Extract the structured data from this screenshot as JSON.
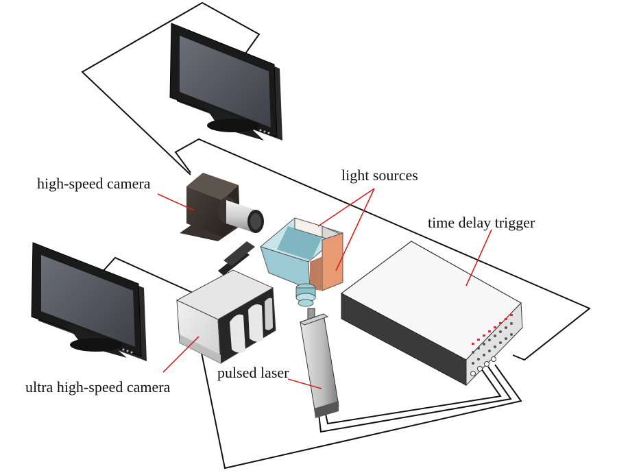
{
  "labels": {
    "high_speed_camera": "high-speed camera",
    "light_sources": "light sources",
    "time_delay_trigger": "time delay trigger",
    "pulsed_laser": "pulsed laser",
    "ultra_high_speed_camera": "ultra high-speed camera"
  },
  "colors": {
    "leader_line": "#d62020",
    "wire": "#111111",
    "monitor_screen": "#5a5e66",
    "light_box_cyan": "#a8d4dc",
    "light_panel_orange": "#e8a07a",
    "led_red": "#d83030"
  }
}
